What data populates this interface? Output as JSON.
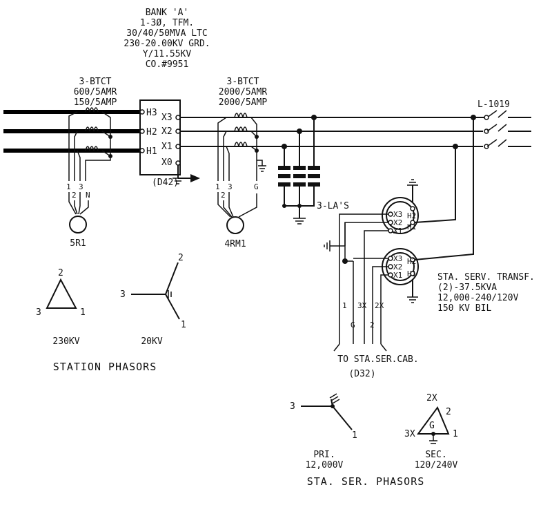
{
  "bank_a": {
    "lines": [
      "BANK 'A'",
      "1-3Ø, TFM.",
      "30/40/50MVA LTC",
      "230-20.00KV GRD.",
      "Y/11.55KV",
      "CO.#9951"
    ]
  },
  "ct_left": {
    "lines": [
      "3-BTCT",
      "600/5AMR",
      "150/5AMP"
    ]
  },
  "ct_right": {
    "lines": [
      "3-BTCT",
      "2000/5AMR",
      "2000/5AMP"
    ]
  },
  "transformer": {
    "hv_terminals": [
      "H3",
      "H2",
      "H1"
    ],
    "lv_terminals": [
      "X3",
      "X2",
      "X1",
      "X0"
    ],
    "ref": "(D42)"
  },
  "meter_5r1": {
    "leads": [
      "1",
      "2",
      "3",
      "N"
    ],
    "label": "5R1"
  },
  "meter_4rm1": {
    "leads": [
      "1",
      "2",
      "3",
      "G"
    ],
    "label": "4RM1"
  },
  "arresters": {
    "label": "3-LA'S"
  },
  "line": {
    "label": "L-1019"
  },
  "sst": {
    "terminals": [
      "X3",
      "X2",
      "X1",
      "H2",
      "H1"
    ],
    "lines": [
      "STA. SERV. TRANSF.",
      "(2)-37.5KVA",
      "12,000-240/120V",
      "150 KV BIL"
    ]
  },
  "cable_leads": [
    "1",
    "3X",
    "2X",
    "G",
    "2"
  ],
  "cab": {
    "label": "TO STA.SER.CAB.",
    "ref": "(D32)"
  },
  "station_phasors": {
    "title": "STATION PHASORS",
    "delta": {
      "labels": [
        "2",
        "3",
        "1"
      ],
      "caption": "230KV"
    },
    "wye": {
      "labels": [
        "2",
        "3",
        "1"
      ],
      "caption": "20KV"
    }
  },
  "sta_ser_phasors": {
    "title": "STA. SER. PHASORS",
    "pri": {
      "labels": [
        "3",
        "1"
      ],
      "caption_lines": [
        "PRI.",
        "12,000V"
      ]
    },
    "sec": {
      "labels": [
        "2X",
        "2",
        "G",
        "3X",
        "1"
      ],
      "caption_lines": [
        "SEC.",
        "120/240V"
      ]
    }
  }
}
